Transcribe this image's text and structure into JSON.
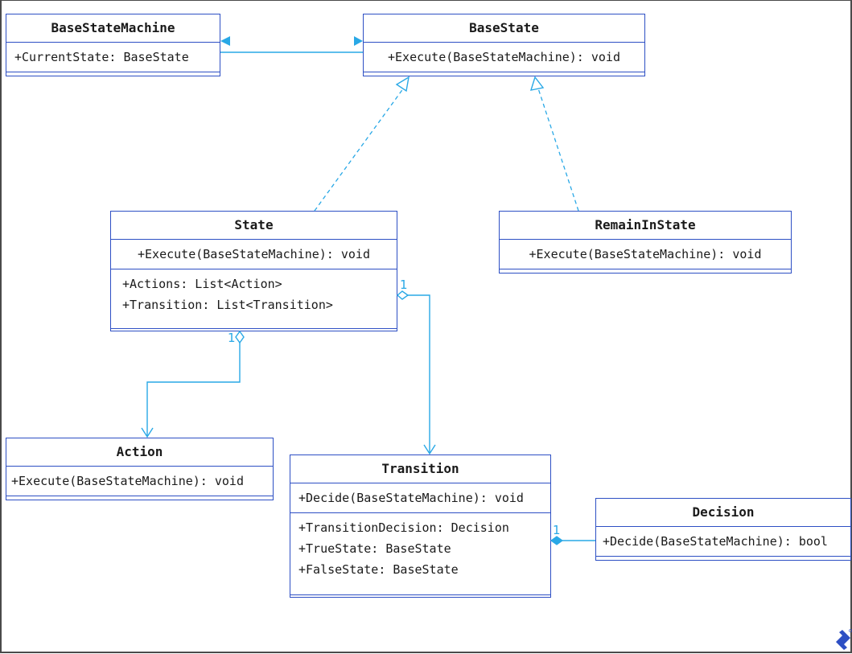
{
  "diagram": {
    "classes": {
      "base_state_machine": {
        "name": "BaseStateMachine",
        "members": [
          "+CurrentState: BaseState"
        ]
      },
      "base_state": {
        "name": "BaseState",
        "operations": [
          "+Execute(BaseStateMachine): void"
        ]
      },
      "state": {
        "name": "State",
        "operations": [
          "+Execute(BaseStateMachine): void"
        ],
        "attributes": [
          "+Actions: List<Action>",
          "+Transition: List<Transition>"
        ]
      },
      "remain_in_state": {
        "name": "RemainInState",
        "operations": [
          "+Execute(BaseStateMachine): void"
        ]
      },
      "action": {
        "name": "Action",
        "operations": [
          "+Execute(BaseStateMachine): void"
        ]
      },
      "transition": {
        "name": "Transition",
        "operations": [
          "+Decide(BaseStateMachine): void"
        ],
        "attributes": [
          "+TransitionDecision: Decision",
          "+TrueState: BaseState",
          "+FalseState: BaseState"
        ]
      },
      "decision": {
        "name": "Decision",
        "operations": [
          "+Decide(BaseStateMachine): bool"
        ]
      }
    },
    "multiplicities": {
      "state_transition": "1",
      "state_action": "1",
      "transition_decision": "1"
    },
    "colors": {
      "box_border": "#2d4fc4",
      "connector": "#29a8e6",
      "text": "#1a1a1a"
    },
    "logo_icon": "toptal-logo-icon"
  }
}
